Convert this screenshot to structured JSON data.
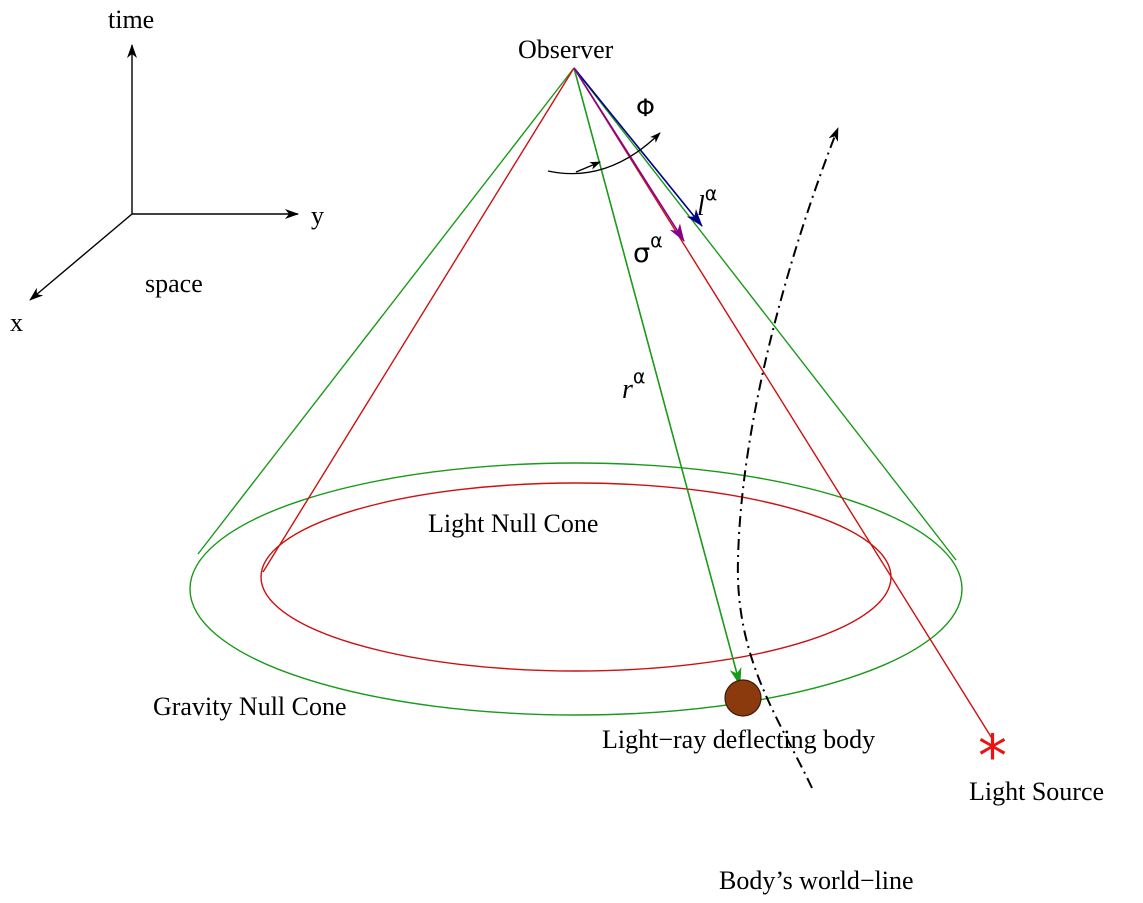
{
  "axes": {
    "time_label": "time",
    "y_label": "y",
    "x_label": "x",
    "space_label": "space"
  },
  "labels": {
    "observer": "Observer",
    "light_null_cone": "Light Null Cone",
    "gravity_null_cone": "Gravity Null Cone",
    "deflecting_body": "Light−ray deflecting body",
    "light_source": "Light Source",
    "world_line": "Body’s world−line"
  },
  "vectors": {
    "angle_symbol": "Φ",
    "l_base": "l",
    "l_sup": "α",
    "sigma_base": "σ",
    "sigma_sup": "α",
    "r_base": "r",
    "r_sup": "α"
  },
  "source_symbol": "*",
  "colors": {
    "gravity_cone": "#1a9a1a",
    "light_cone": "#cc1111",
    "l_vector": "#00008b",
    "sigma_vector": "#8b008b",
    "r_vector": "#1a9a1a",
    "body_fill": "#8b3a0e",
    "source": "#ee1111",
    "axes": "#000000"
  }
}
